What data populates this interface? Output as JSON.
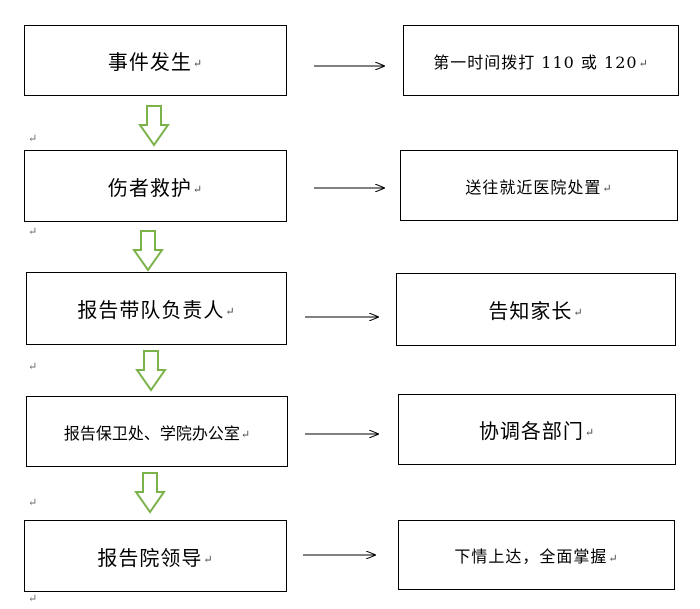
{
  "paragraph_mark": "↵",
  "colors": {
    "arrow_down": "#7bb24a",
    "box_border": "#000000",
    "arrow_right": "#000000"
  },
  "steps": [
    {
      "left": "事件发生",
      "right": "第一时间拨打 110 或 120"
    },
    {
      "left": "伤者救护",
      "right": "送往就近医院处置"
    },
    {
      "left": "报告带队负责人",
      "right": "告知家长"
    },
    {
      "left": "报告保卫处、学院办公室",
      "right": "协调各部门"
    },
    {
      "left": "报告院领导",
      "right": "下情上达，全面掌握"
    }
  ]
}
